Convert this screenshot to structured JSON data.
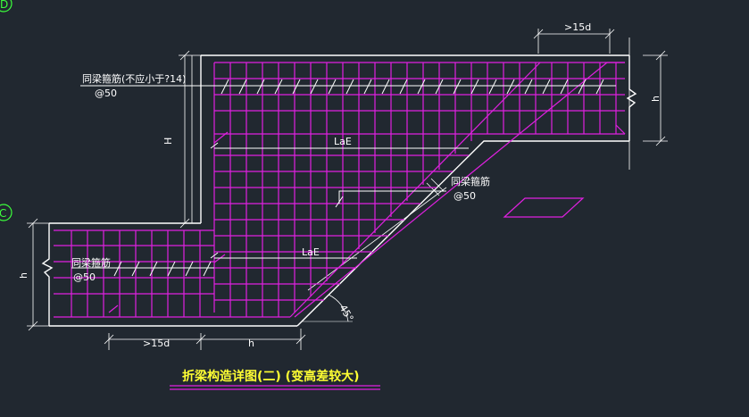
{
  "title": "折梁构造详图(二)  (变高差较大)",
  "labels": {
    "top_dim": ">15d",
    "top_stirrup": "同梁箍筋(不应小于?14)",
    "top_spacing": "@50",
    "right_h": "h",
    "left_H": "H",
    "lae_top": "LaE",
    "mid_stirrup": "同梁箍筋",
    "mid_spacing": "@50",
    "lae_bottom": "LaE",
    "left_stirrup": "同梁箍筋",
    "left_spacing": "@50",
    "left_h": "h",
    "angle": "45°",
    "bottom_dim1": ">15d",
    "bottom_dim2": "h"
  },
  "axis_markers": {
    "upper": "D",
    "lower": "C"
  },
  "colors": {
    "background": "#212830",
    "line": "#ffffff",
    "rebar": "#e020e0",
    "title": "#ffff33",
    "axis": "#3cff3c"
  }
}
